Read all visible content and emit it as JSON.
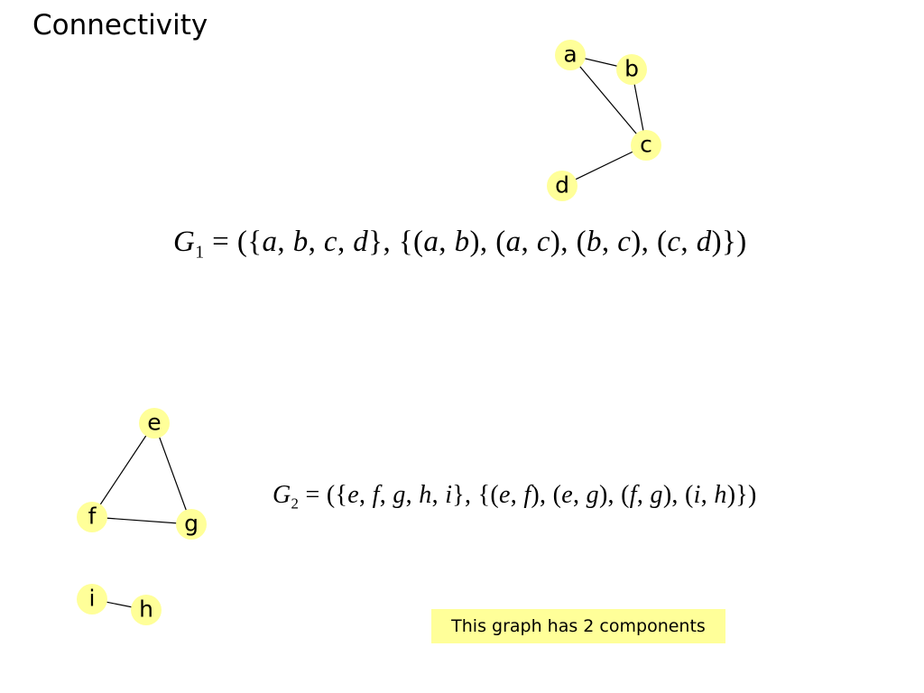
{
  "title": "Connectivity",
  "node_fill": "#ffff99",
  "edge_color": "#000000",
  "graph1": {
    "nodes": [
      "a",
      "b",
      "c",
      "d"
    ],
    "edges": [
      [
        "a",
        "b"
      ],
      [
        "a",
        "c"
      ],
      [
        "b",
        "c"
      ],
      [
        "c",
        "d"
      ]
    ],
    "formula": {
      "name": "G",
      "subscript": "1",
      "vertex_set": [
        "a",
        "b",
        "c",
        "d"
      ],
      "edge_set": [
        [
          "a",
          "b"
        ],
        [
          "a",
          "c"
        ],
        [
          "b",
          "c"
        ],
        [
          "c",
          "d"
        ]
      ]
    }
  },
  "graph2": {
    "nodes": [
      "e",
      "f",
      "g",
      "i",
      "h"
    ],
    "edges": [
      [
        "e",
        "f"
      ],
      [
        "e",
        "g"
      ],
      [
        "f",
        "g"
      ],
      [
        "i",
        "h"
      ]
    ],
    "formula": {
      "name": "G",
      "subscript": "2",
      "vertex_set": [
        "e",
        "f",
        "g",
        "h",
        "i"
      ],
      "edge_set": [
        [
          "e",
          "f"
        ],
        [
          "e",
          "g"
        ],
        [
          "f",
          "g"
        ],
        [
          "i",
          "h"
        ]
      ]
    }
  },
  "note": "This graph has 2 components"
}
